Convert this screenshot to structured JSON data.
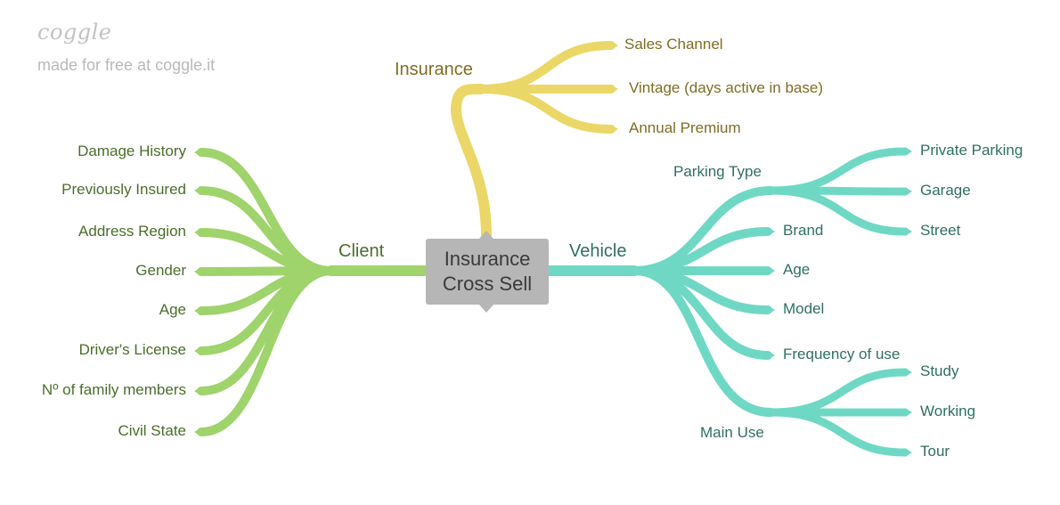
{
  "watermark": {
    "logo": "coggle",
    "tagline": "made for free at coggle.it"
  },
  "center": {
    "line1": "Insurance",
    "line2": "Cross Sell"
  },
  "colors": {
    "client": "#9fd36b",
    "insurance": "#ebd767",
    "vehicle": "#6fd8c4",
    "center": "#b6b6b6"
  },
  "branches": {
    "client": {
      "label": "Client",
      "items": [
        "Damage History",
        "Previously Insured",
        "Address Region",
        "Gender",
        "Age",
        "Driver's License",
        "Nº of family members",
        "Civil State"
      ]
    },
    "insurance": {
      "label": "Insurance",
      "items": [
        "Sales Channel",
        "Vintage (days active in base)",
        "Annual Premium"
      ]
    },
    "vehicle": {
      "label": "Vehicle",
      "parking": {
        "label": "Parking Type",
        "items": [
          "Private Parking",
          "Garage",
          "Street"
        ]
      },
      "items": [
        "Brand",
        "Age",
        "Model",
        "Frequency of use"
      ],
      "main_use": {
        "label": "Main Use",
        "items": [
          "Study",
          "Working",
          "Tour"
        ]
      }
    }
  }
}
